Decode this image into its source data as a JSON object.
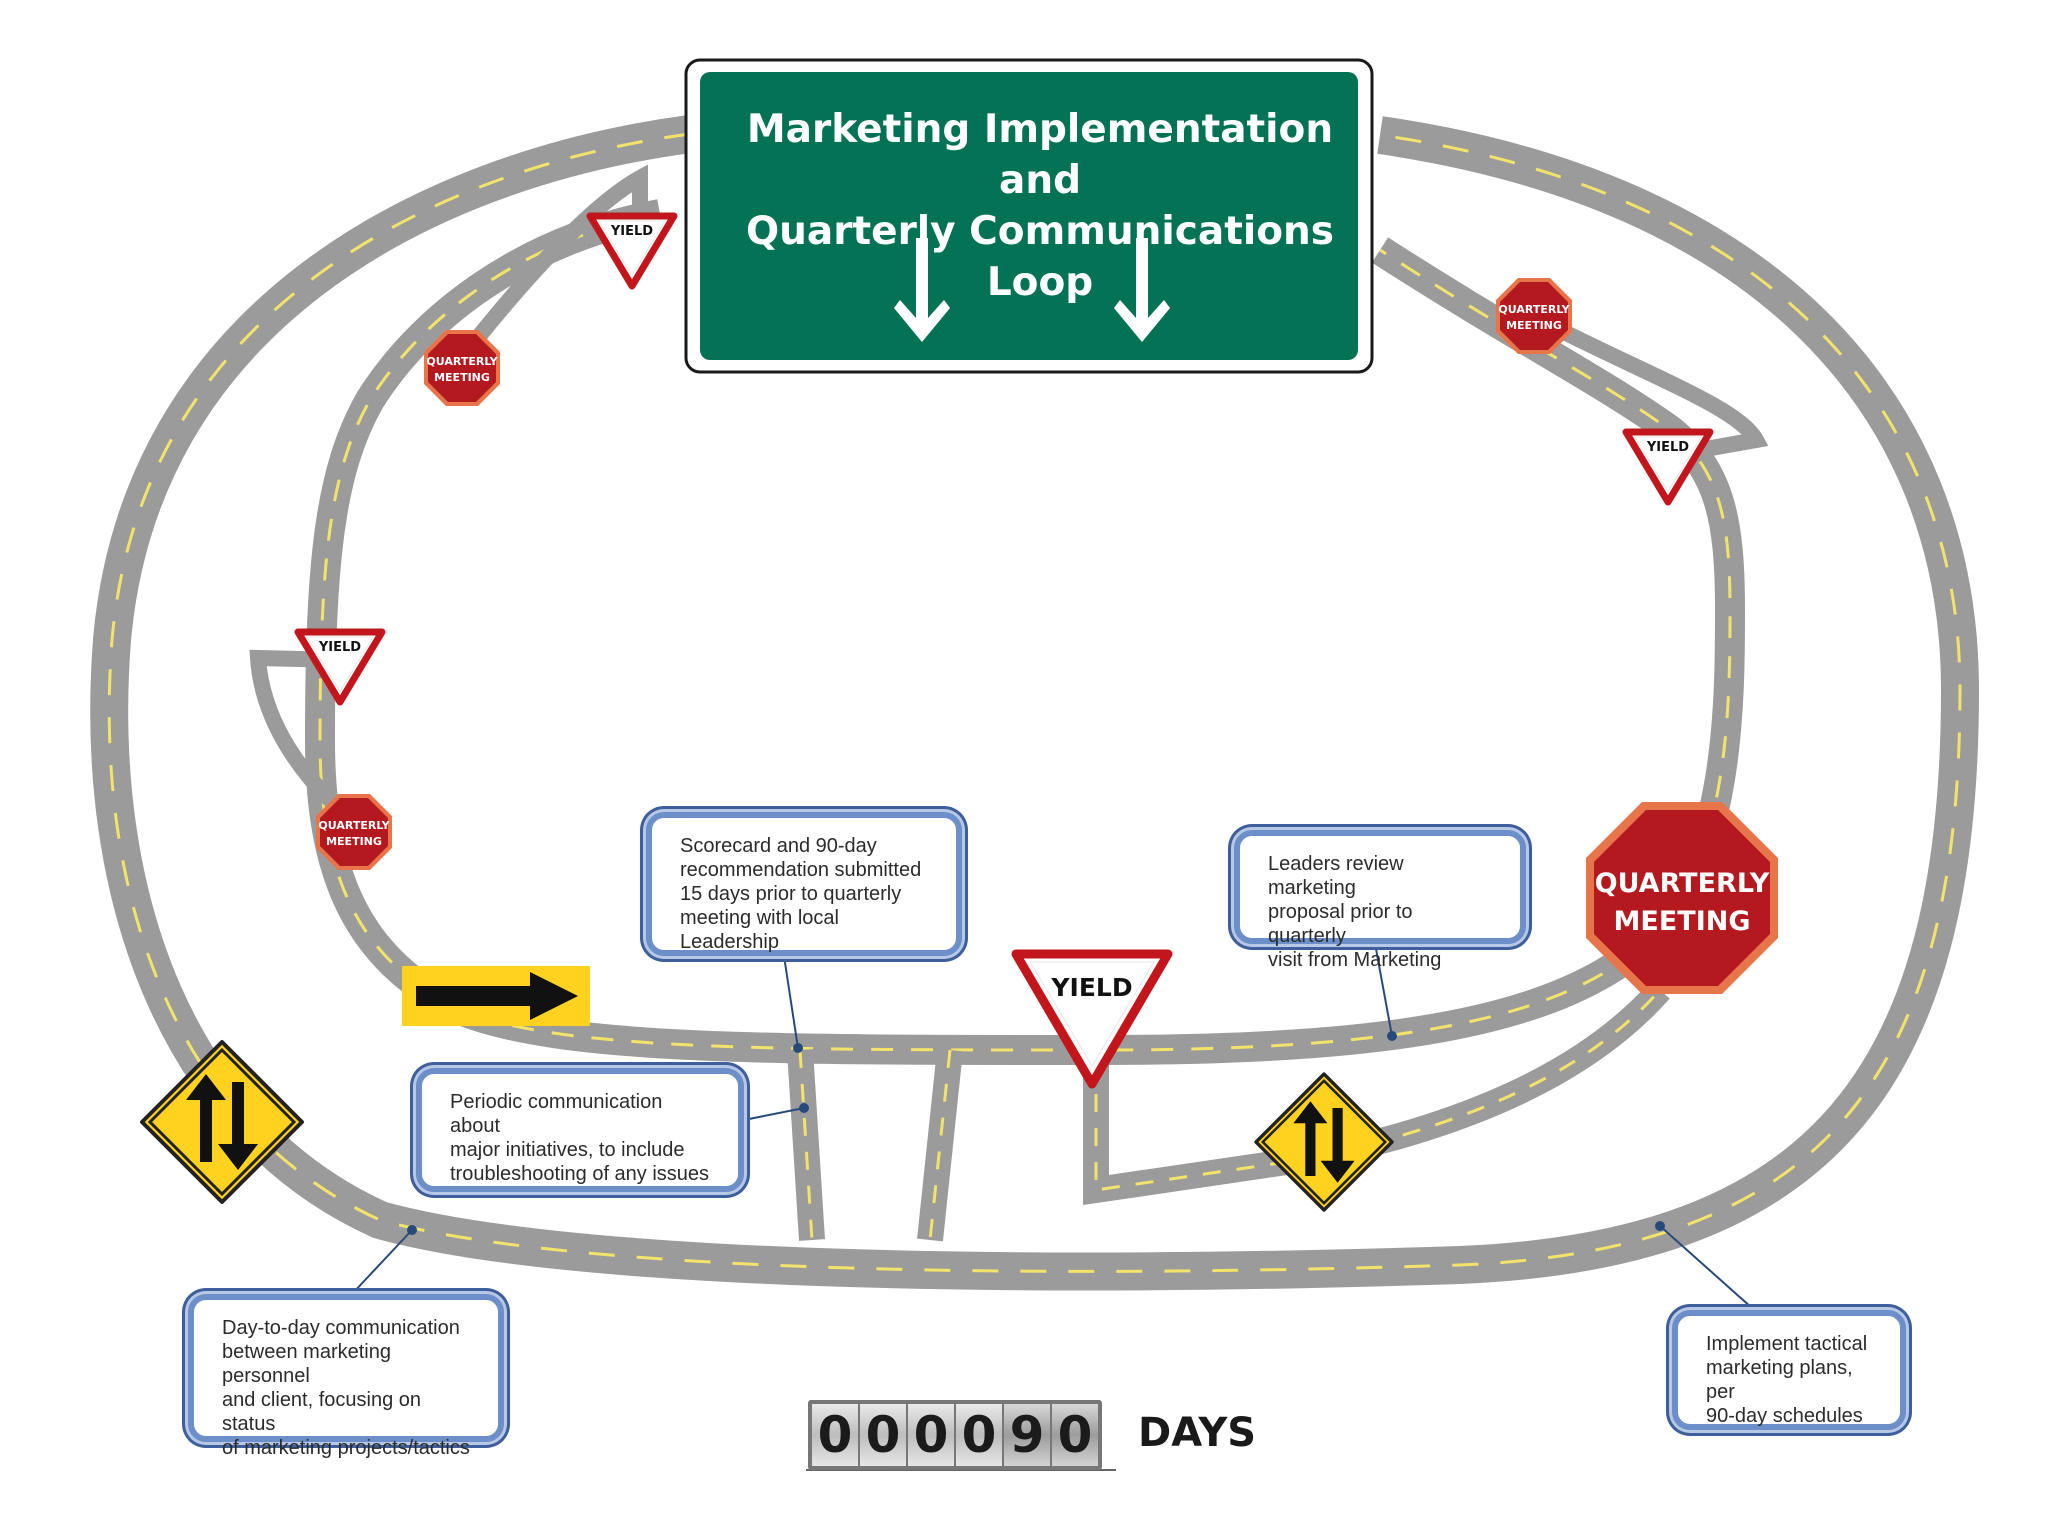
{
  "title": "Marketing Implementation and\nQuarterly Communications Loop",
  "signs": {
    "yield": "YIELD",
    "quarterly_meeting_line1": "QUARTERLY",
    "quarterly_meeting_line2": "MEETING"
  },
  "callouts": {
    "scorecard": "Scorecard and 90-day\nrecommendation submitted\n15 days prior to quarterly\nmeeting with local Leadership",
    "leaders_review": "Leaders review marketing\nproposal prior to quarterly\nvisit from Marketing",
    "periodic": "Periodic communication about\nmajor initiatives, to include\ntroubleshooting of any issues",
    "day_to_day": "Day-to-day communication\nbetween marketing personnel\nand client, focusing on status\nof marketing projects/tactics",
    "implement": "Implement tactical\nmarketing plans, per\n90-day schedules"
  },
  "counter": {
    "digits": [
      "0",
      "0",
      "0",
      "0",
      "9",
      "0"
    ],
    "label": "DAYS"
  },
  "colors": {
    "road": "#9b9b9b",
    "road_line": "#f2e36b",
    "sign_green": "#047255",
    "stop_red": "#b3191f",
    "stop_border": "#e8754a",
    "yield_red": "#c3161c",
    "warning_yellow": "#ffd21f",
    "callout_border": "#6d8fc9"
  },
  "icons": [
    "down-arrow-icon",
    "right-arrow-icon",
    "two-way-traffic-icon"
  ]
}
